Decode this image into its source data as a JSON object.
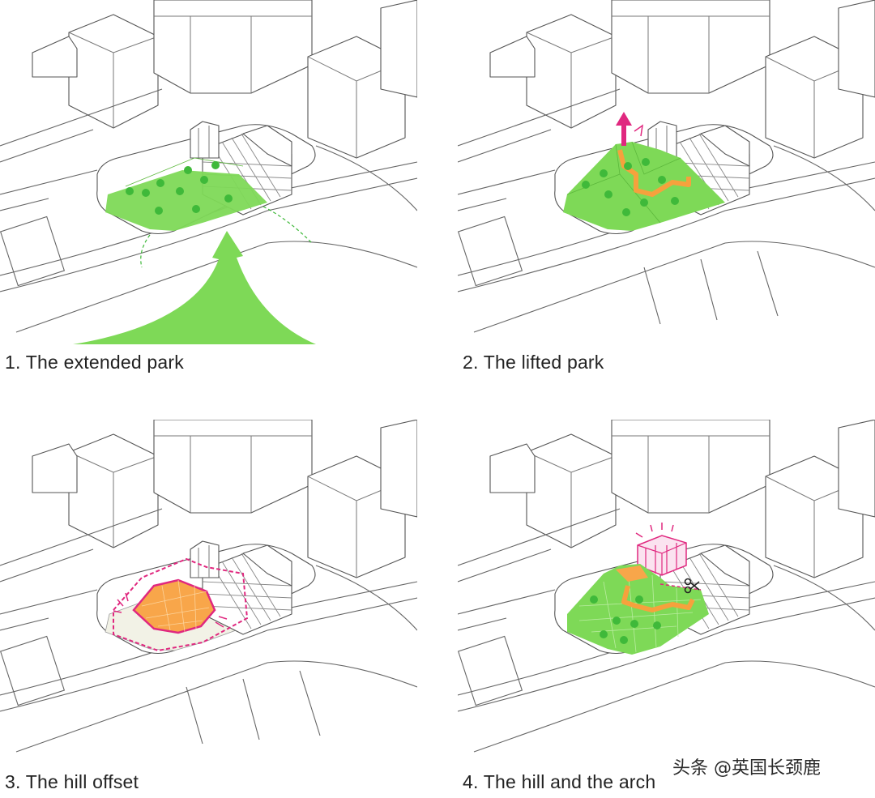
{
  "panels": [
    {
      "caption": "1. The extended park"
    },
    {
      "caption": "2. The lifted park"
    },
    {
      "caption": "3. The hill offset"
    },
    {
      "caption": "4. The hill and the arch"
    }
  ],
  "watermark": "头条 @英国长颈鹿",
  "colors": {
    "park_green": "#7ed957",
    "tree_green": "#3fb93a",
    "path_orange": "#f6a13d",
    "accent_magenta": "#e0287f",
    "hill_orange": "#f8a64a",
    "line_gray": "#666666"
  },
  "icons": [
    "upward-arrow-icon",
    "scissors-icon",
    "tree-icon",
    "arch-building-icon"
  ]
}
